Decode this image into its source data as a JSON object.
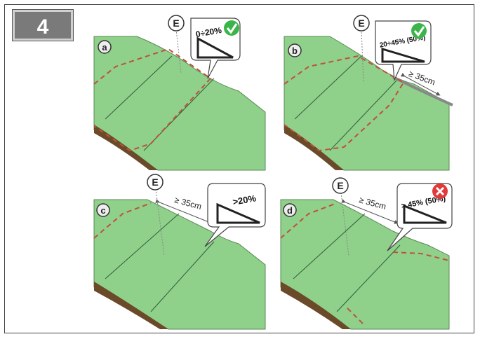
{
  "step": {
    "number": "4"
  },
  "panels": [
    {
      "id": "a",
      "letter": "a",
      "E": "E",
      "slope": "0÷20%",
      "ok": true,
      "gap": ""
    },
    {
      "id": "b",
      "letter": "b",
      "E": "E",
      "slope": "20÷45% (50%)",
      "ok": true,
      "gap": "≥ 35cm"
    },
    {
      "id": "c",
      "letter": "c",
      "E": "E",
      "slope": ">20%",
      "ok": null,
      "gap": "≥ 35cm"
    },
    {
      "id": "d",
      "letter": "d",
      "E": "E",
      "slope": "> 45% (50%)",
      "ok": false,
      "gap": "≥ 35cm"
    }
  ],
  "colors": {
    "roof": "#8fd08a",
    "seam": "#2f5c3a",
    "dash": "#c0503a",
    "edge": "#6b4a2a",
    "ok": "#3bb54a",
    "bad": "#e03a3a"
  }
}
